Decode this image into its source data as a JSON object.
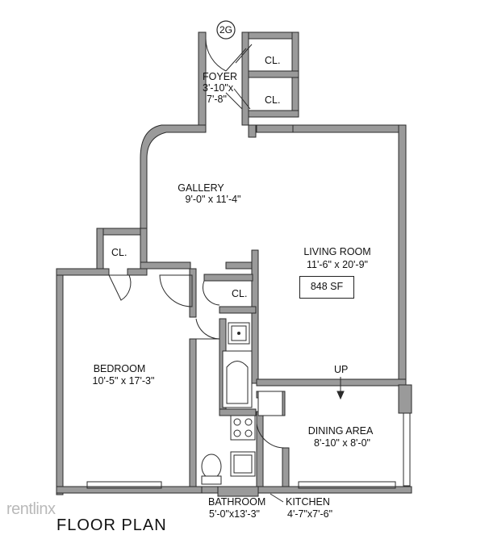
{
  "unit_tag": "2G",
  "rooms": {
    "foyer": {
      "name": "FOYER",
      "dim1": "3'-10\"x",
      "dim2": "7'-8\""
    },
    "closet_top": "CL.",
    "closet_mid": "CL.",
    "closet_bedroom": "CL.",
    "closet_hall": "CL.",
    "gallery": {
      "name": "GALLERY",
      "dims": "9'-0\" x 11'-4\""
    },
    "living_room": {
      "name": "LIVING ROOM",
      "dims": "11'-6\" x 20'-9\""
    },
    "bedroom": {
      "name": "BEDROOM",
      "dims": "10'-5\" x 17'-3\""
    },
    "dining_area": {
      "name": "DINING AREA",
      "dims": "8'-10\" x 8'-0\""
    },
    "bathroom": {
      "name": "BATHROOM",
      "dims": "5'-0\"x13'-3\""
    },
    "kitchen": {
      "name": "KITCHEN",
      "dims": "4'-7\"x7'-6\""
    }
  },
  "square_footage": "848 SF",
  "stair_label": "UP",
  "watermark": "rentlinx",
  "footer_title": "FLOOR PLAN",
  "colors": {
    "wall_fill": "#9a9a9a",
    "wall_stroke": "#2b2b2b",
    "background": "#ffffff"
  }
}
